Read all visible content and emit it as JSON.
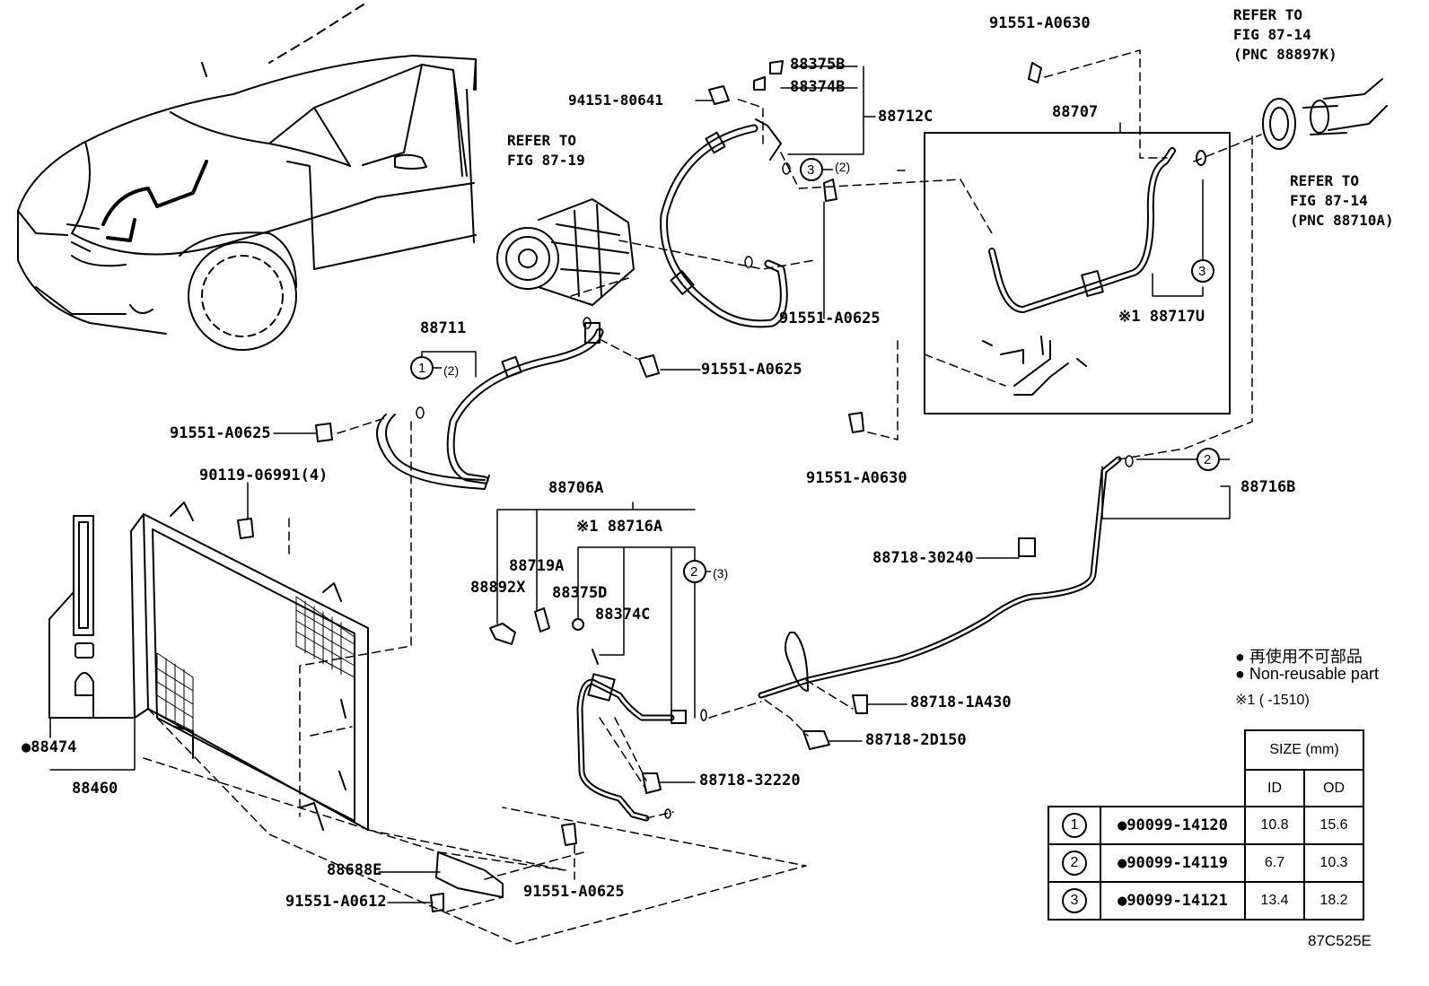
{
  "diagram_id": "87C525E",
  "legend": {
    "non_reusable_ja": "● 再使用不可部品",
    "non_reusable_en": "● Non-reusable part",
    "note_mark": "※1 (        -1510)"
  },
  "refs": {
    "compressor": "REFER TO\nFIG 87-19",
    "top_right": "REFER TO\nFIG 87-14\n(PNC 88897K)",
    "right": "REFER TO\nFIG 87-14\n(PNC 88710A)"
  },
  "labels": {
    "p91551_a0630_top": "91551-A0630",
    "p88375b": "88375B",
    "p88374b": "88374B",
    "p88712c": "88712C",
    "p94151_80641": "94151-80641",
    "p3_2_top": "(2)",
    "p88707": "88707",
    "p91551_a0625_comp": "91551-A0625",
    "p88711": "88711",
    "p1_2": "(2)",
    "p91551_a0625_mid": "91551-A0625",
    "p91551_a0625_left": "91551-A0625",
    "p88717u": "※1 88717U",
    "p91551_a0630_mid": "91551-A0630",
    "p90119_06991": "90119-06991(4)",
    "p88706a": "88706A",
    "p88716a": "※1 88716A",
    "p2_3": "(3)",
    "p88719a": "88719A",
    "p88892x": "88892X",
    "p88375d": "88375D",
    "p88374c": "88374C",
    "p88716b": "88716B",
    "p88718_30240": "88718-30240",
    "p88718_1a430": "88718-1A430",
    "p88718_2d150": "88718-2D150",
    "p88474": "●88474",
    "p88460": "88460",
    "p88718_32220": "88718-32220",
    "p88688e": "88688E",
    "p91551_a0625_bot": "91551-A0625",
    "p91551_a0612": "91551-A0612"
  },
  "callouts": {
    "c3_top": "3",
    "c3_right": "3",
    "c1": "1",
    "c2_mid": "2",
    "c2_right": "2"
  },
  "size_table": {
    "header": "SIZE (mm)",
    "col_id": "ID",
    "col_od": "OD",
    "rows": [
      {
        "mark": "1",
        "part": "●90099-14120",
        "id": "10.8",
        "od": "15.6"
      },
      {
        "mark": "2",
        "part": "●90099-14119",
        "id": "6.7",
        "od": "10.3"
      },
      {
        "mark": "3",
        "part": "●90099-14121",
        "id": "13.4",
        "od": "18.2"
      }
    ]
  }
}
